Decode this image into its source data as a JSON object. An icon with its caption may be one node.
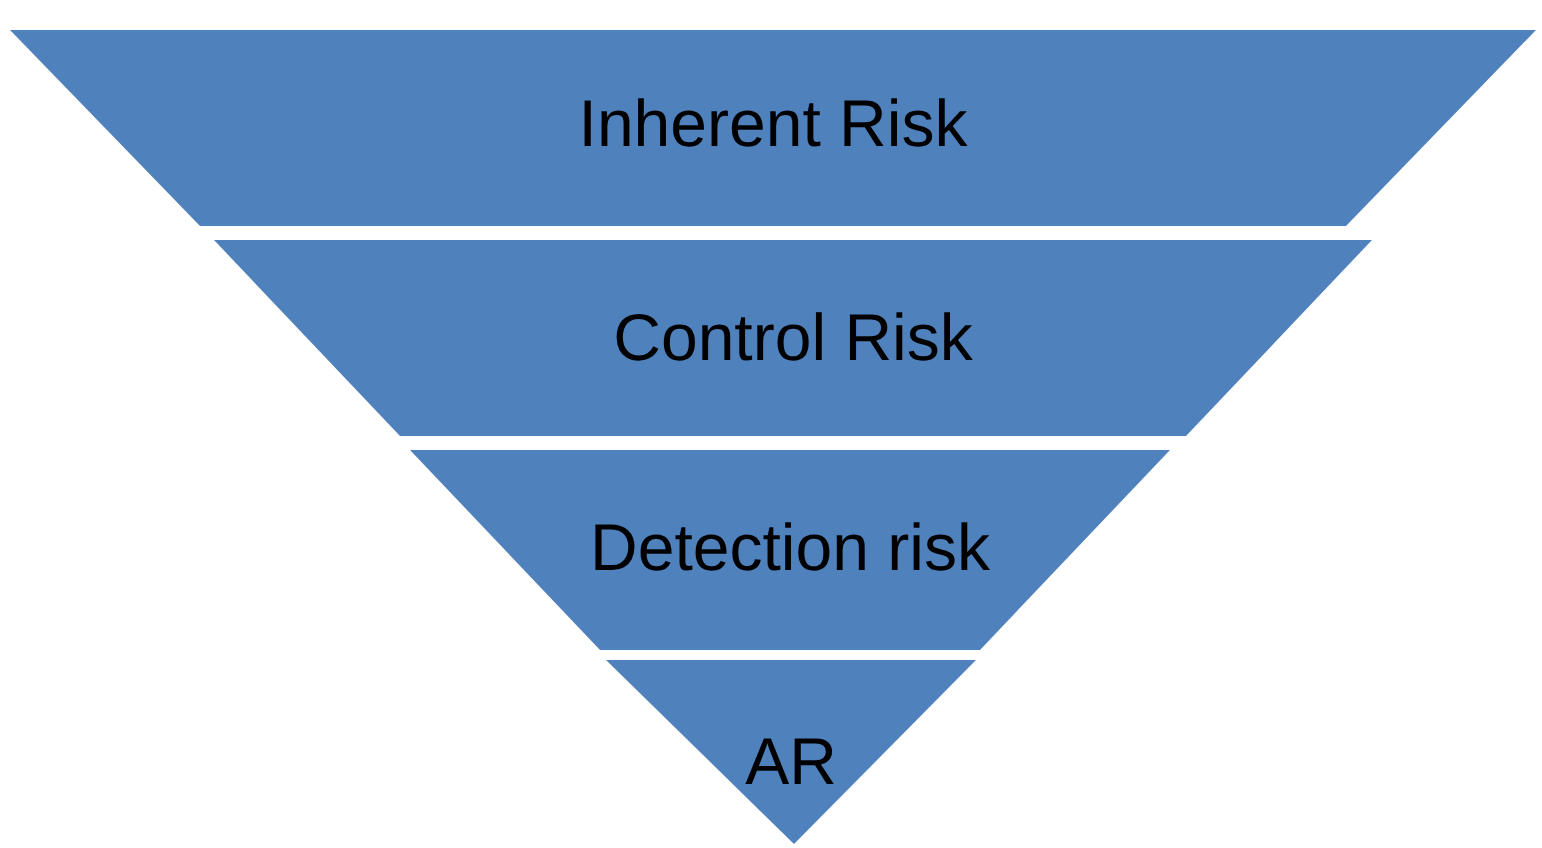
{
  "diagram": {
    "nodes": [
      {
        "text": [
          "Inherent Risk"
        ]
      },
      {
        "text": [
          "Control Risk"
        ]
      },
      {
        "text": [
          "Detection risk"
        ]
      },
      {
        "text": [
          "AR"
        ]
      }
    ]
  }
}
